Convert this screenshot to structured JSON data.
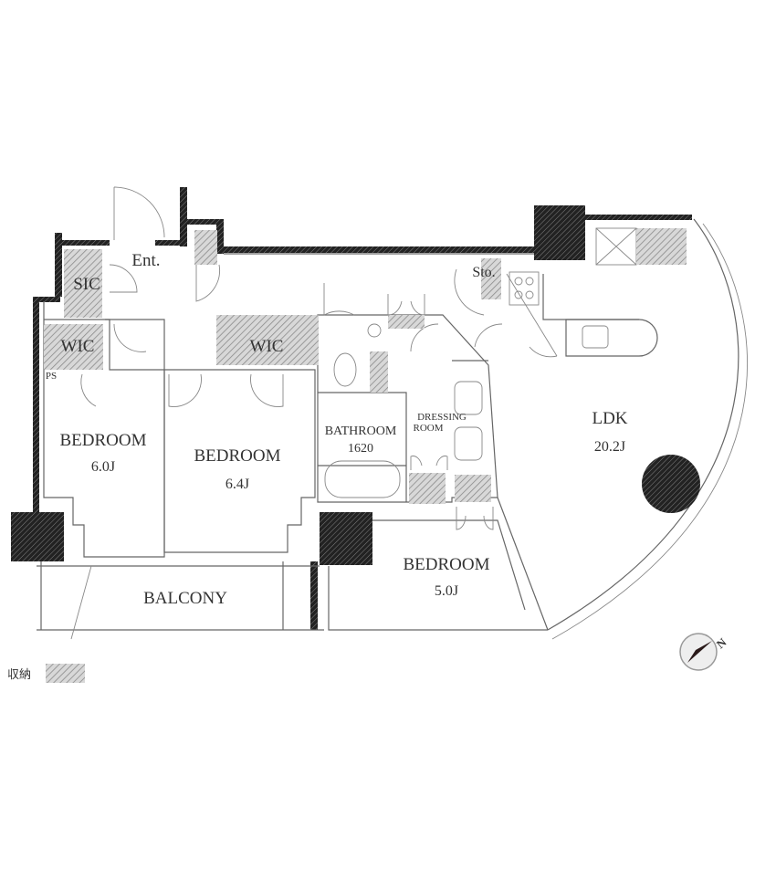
{
  "rooms": {
    "entrance": "Ent.",
    "sic": "SIC",
    "wic1": "WIC",
    "ps": "PS",
    "wic2": "WIC",
    "storage": "Sto.",
    "bedroom1": {
      "name": "BEDROOM",
      "size": "6.0J"
    },
    "bedroom2": {
      "name": "BEDROOM",
      "size": "6.4J"
    },
    "bathroom": {
      "name": "BATHROOM",
      "size": "1620"
    },
    "dressing": {
      "line1": "DRESSING",
      "line2": "ROOM"
    },
    "ldk": {
      "name": "LDK",
      "size": "20.2J"
    },
    "bedroom3": {
      "name": "BEDROOM",
      "size": "5.0J"
    },
    "balcony": "BALCONY"
  },
  "legend": {
    "storage_label": "収納"
  },
  "compass": {
    "north_label": "N"
  },
  "colors": {
    "wall": "#222222",
    "hatch": "#9a9a9a",
    "line": "#666666"
  }
}
